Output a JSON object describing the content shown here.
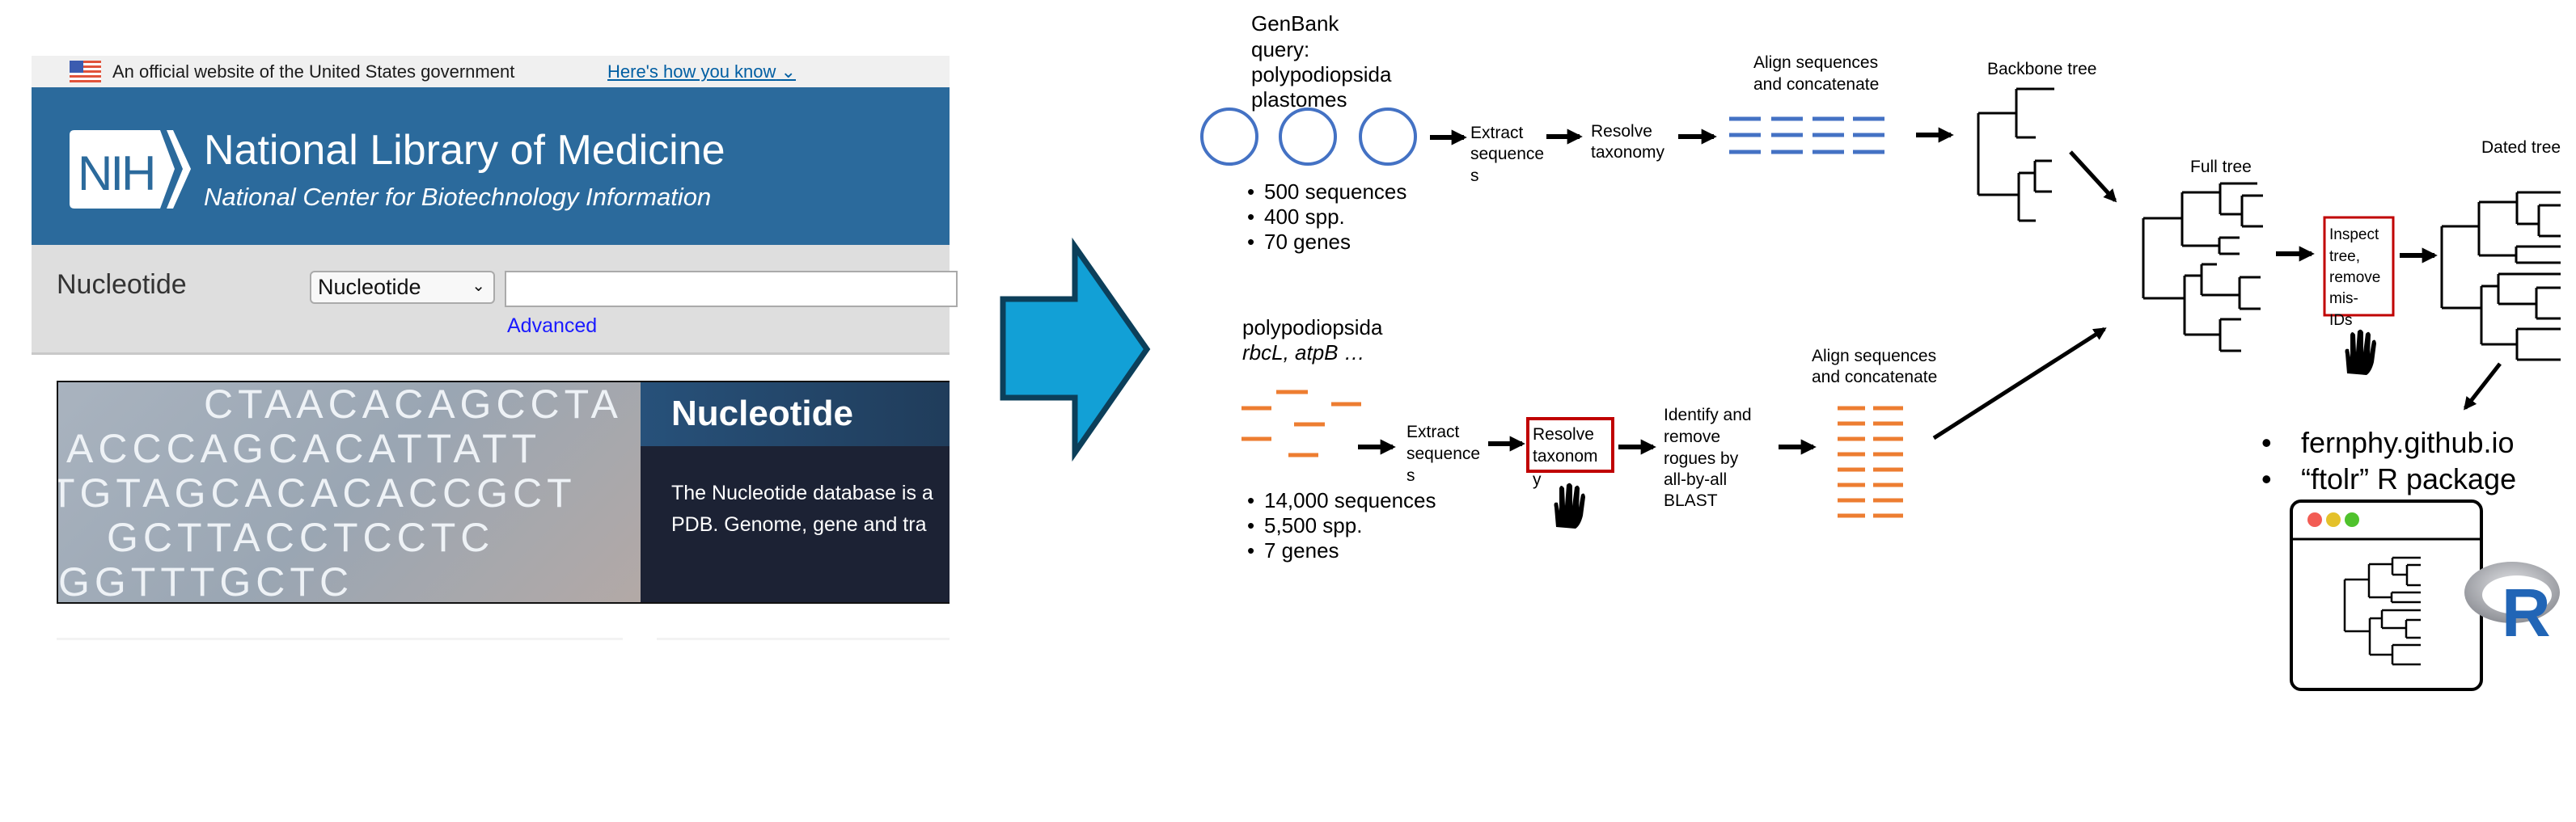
{
  "screenshot": {
    "banner": {
      "text": "An official website of the United States government",
      "link": "Here's how you know",
      "link_icon": "chevron-down-icon"
    },
    "header": {
      "logo": "NIH",
      "title": "National Library of Medicine",
      "subtitle": "National Center for Biotechnology Information"
    },
    "search": {
      "db_label": "Nucleotide",
      "select_value": "Nucleotide",
      "input_value": "",
      "advanced_link": "Advanced"
    },
    "hero": {
      "image_letters": [
        "CTAACACAGCCTA",
        "ACCCAGCACATTATT",
        "TGTAGCACACACCGCT",
        "GCTTACCTCCTC",
        "GGTTTGCTC"
      ],
      "title": "Nucleotide",
      "description_lines": [
        "The Nucleotide database is a",
        "PDB. Genome, gene and tra"
      ]
    }
  },
  "colors": {
    "nih_blue": "#2b6a9c",
    "arrow_fill": "#12a0d6",
    "arrow_stroke": "#0c3f5a",
    "plastome_blue": "#4472c4",
    "gene_orange": "#ed7d31",
    "manual_box_red": "#c00000"
  },
  "diagram": {
    "top": {
      "query_lines": [
        "GenBank",
        "query:",
        "polypodiopsida",
        "plastomes"
      ],
      "stats": [
        "500 sequences",
        "400 spp.",
        "70 genes"
      ],
      "extract_lines": [
        "Extract",
        "sequence",
        "s"
      ],
      "resolve_lines": [
        "Resolve",
        "taxonomy"
      ],
      "align_lines": [
        "Align sequences",
        "and concatenate"
      ],
      "tree_label": "Backbone tree"
    },
    "bottom": {
      "query_line1": "polypodiopsida",
      "query_line2": "rbcL, atpB …",
      "stats": [
        "14,000 sequences",
        "5,500 spp.",
        "7 genes"
      ],
      "extract_lines": [
        "Extract",
        "sequence",
        "s"
      ],
      "resolve_lines": [
        "Resolve",
        "taxonom",
        "y"
      ],
      "rogue_lines": [
        "Identify and",
        "remove",
        "rogues by",
        "all-by-all",
        "BLAST"
      ],
      "align_lines": [
        "Align sequences",
        "and concatenate"
      ]
    },
    "full_tree_label": "Full tree",
    "inspect_lines": [
      "Inspect",
      "tree,",
      "remove",
      "mis-",
      "IDs"
    ],
    "dated_tree_label": "Dated tree",
    "outputs": [
      "fernphy.github.io",
      "“ftolr” R package"
    ],
    "window_dot_colors": [
      "#f25c54",
      "#e4c12a",
      "#4fc22c"
    ],
    "r_logo": "R",
    "icons": [
      "hand-icon",
      "browser-window-icon",
      "r-logo-icon",
      "right-arrow-icon"
    ]
  }
}
